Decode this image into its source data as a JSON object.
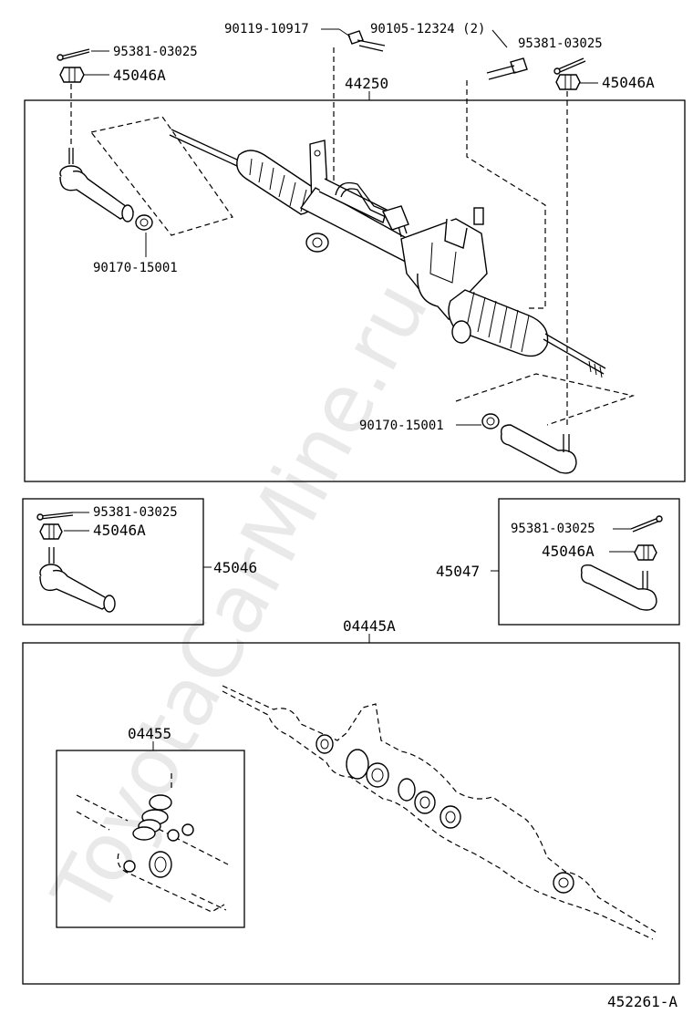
{
  "watermark": "ToyotaCarMine.ru",
  "diagram_id": "452261-A",
  "main_assembly": {
    "label": "44250",
    "callouts": {
      "bolt_a": "90119-10917",
      "bolt_b": "90105-12324 (2)",
      "pin_left": "95381-03025",
      "nut_left": "45046A",
      "pin_right": "95381-03025",
      "nut_right": "45046A",
      "locknut_left": "90170-15001",
      "locknut_right": "90170-15001"
    }
  },
  "tie_rod_left": {
    "label": "45046",
    "pin": "95381-03025",
    "nut": "45046A"
  },
  "tie_rod_right": {
    "label": "45047",
    "pin": "95381-03025",
    "nut": "45046A"
  },
  "gasket_kit": {
    "label": "04445A",
    "sub_kit_label": "04455"
  }
}
